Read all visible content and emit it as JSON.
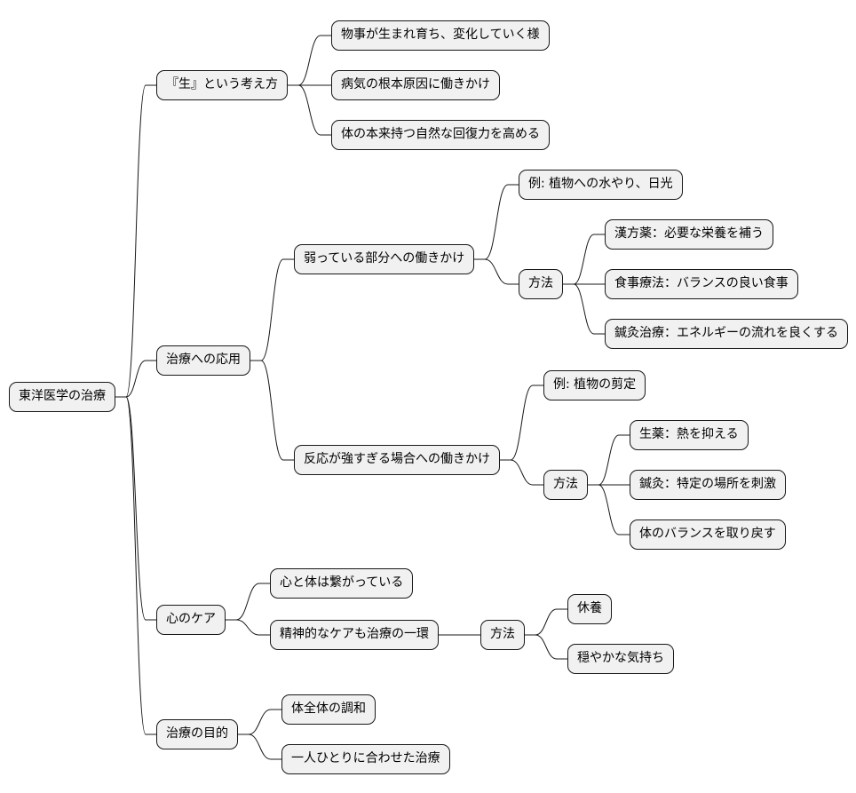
{
  "mindmap": {
    "root": {
      "id": "root",
      "label": "東洋医学の治療"
    },
    "branches": [
      {
        "id": "sei",
        "label": "『生』という考え方",
        "children": [
          {
            "id": "sei-1",
            "label": "物事が生まれ育ち、変化していく様"
          },
          {
            "id": "sei-2",
            "label": "病気の根本原因に働きかけ"
          },
          {
            "id": "sei-3",
            "label": "体の本来持つ自然な回復力を高める"
          }
        ]
      },
      {
        "id": "app",
        "label": "治療への応用",
        "children": [
          {
            "id": "weak",
            "label": "弱っている部分への働きかけ",
            "children": [
              {
                "id": "weak-ex",
                "label": "例: 植物への水やり、日光"
              },
              {
                "id": "weak-m",
                "label": "方法",
                "children": [
                  {
                    "id": "weak-m1",
                    "label": "漢方薬：必要な栄養を補う"
                  },
                  {
                    "id": "weak-m2",
                    "label": "食事療法：バランスの良い食事"
                  },
                  {
                    "id": "weak-m3",
                    "label": "鍼灸治療：エネルギーの流れを良くする"
                  }
                ]
              }
            ]
          },
          {
            "id": "strong",
            "label": "反応が強すぎる場合への働きかけ",
            "children": [
              {
                "id": "strong-ex",
                "label": "例: 植物の剪定"
              },
              {
                "id": "strong-m",
                "label": "方法",
                "children": [
                  {
                    "id": "strong-m1",
                    "label": "生薬：熱を抑える"
                  },
                  {
                    "id": "strong-m2",
                    "label": "鍼灸：特定の場所を刺激"
                  },
                  {
                    "id": "strong-m3",
                    "label": "体のバランスを取り戻す"
                  }
                ]
              }
            ]
          }
        ]
      },
      {
        "id": "heart",
        "label": "心のケア",
        "children": [
          {
            "id": "heart-1",
            "label": "心と体は繋がっている"
          },
          {
            "id": "heart-2",
            "label": "精神的なケアも治療の一環",
            "children": [
              {
                "id": "heart-m",
                "label": "方法",
                "children": [
                  {
                    "id": "heart-m1",
                    "label": "休養"
                  },
                  {
                    "id": "heart-m2",
                    "label": "穏やかな気持ち"
                  }
                ]
              }
            ]
          }
        ]
      },
      {
        "id": "goal",
        "label": "治療の目的",
        "children": [
          {
            "id": "goal-1",
            "label": "体全体の調和"
          },
          {
            "id": "goal-2",
            "label": "一人ひとりに合わせた治療"
          }
        ]
      }
    ]
  },
  "colors": {
    "node_fill": "#f1f1f1",
    "node_border": "#181818",
    "edge": "#181818"
  }
}
